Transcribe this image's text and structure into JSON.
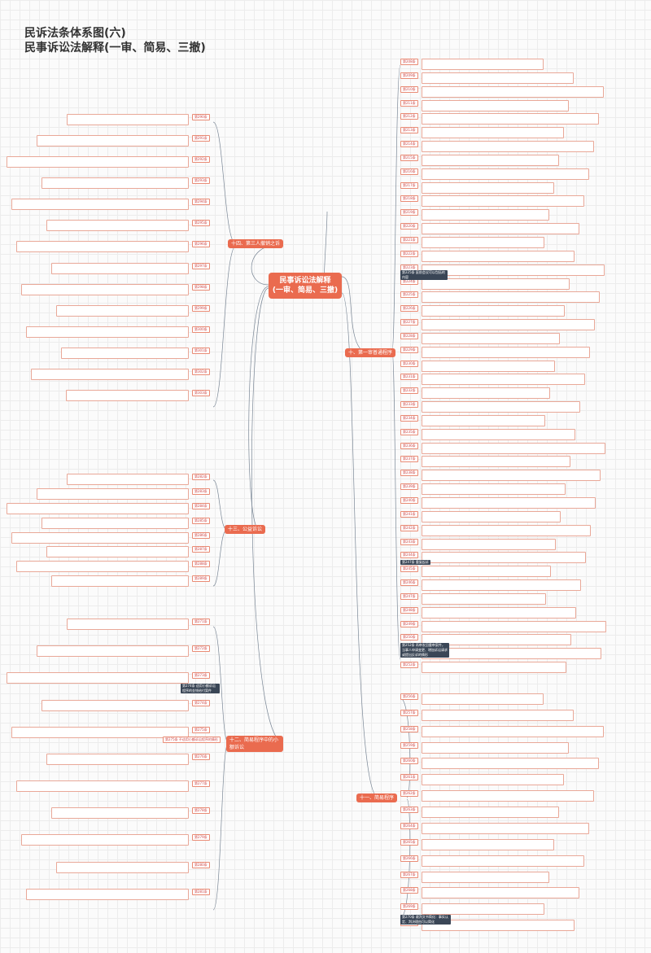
{
  "title_line1": "民诉法条体系图(六)",
  "title_line2": "民事诉讼法解释(一审、简易、三撤)",
  "root": "民事诉讼法解释\n(一审、简易、三撤)",
  "sections": {
    "s10": "十、第一审普通程序",
    "s11": "十一、简易程序",
    "s12": "十二、简易程序中的小额诉讼",
    "s13": "十三、公益诉讼",
    "s14": "十四、第三人撤销之诉"
  },
  "right_top_articles": [
    "第208条",
    "第209条",
    "第210条",
    "第211条",
    "第212条",
    "第213条",
    "第214条",
    "第215条",
    "第216条",
    "第217条",
    "第218条",
    "第219条",
    "第220条",
    "第221条",
    "第222条",
    "第223条",
    "第224条",
    "第225条",
    "第226条",
    "第227条",
    "第228条",
    "第229条",
    "第230条",
    "第231条",
    "第232条",
    "第233条",
    "第234条",
    "第235条",
    "第236条",
    "第237条",
    "第238条",
    "第239条",
    "第240条",
    "第241条",
    "第242条",
    "第243条",
    "第244条",
    "第245条",
    "第246条",
    "第247条",
    "第248条",
    "第249条",
    "第250条",
    "第251条",
    "第252条"
  ],
  "right_bottom_articles": [
    "第256条",
    "第257条",
    "第258条",
    "第259条",
    "第260条",
    "第261条",
    "第262条",
    "第263条",
    "第264条",
    "第265条",
    "第266条",
    "第267条",
    "第268条",
    "第269条",
    "第270条"
  ],
  "left_articles_s14": [
    "第290条",
    "第291条",
    "第292条",
    "第293条",
    "第294条",
    "第295条",
    "第296条",
    "第297条",
    "第298条",
    "第299条",
    "第300条",
    "第301条",
    "第302条",
    "第303条"
  ],
  "left_articles_s13": [
    "第282条",
    "第283条",
    "第284条",
    "第285条",
    "第286条",
    "第287条",
    "第288条",
    "第289条"
  ],
  "left_articles_s12": [
    "第271条",
    "第272条",
    "第273条",
    "第274条",
    "第275条",
    "第276条",
    "第277条",
    "第278条",
    "第279条",
    "第280条",
    "第281条"
  ],
  "labels": {
    "a225": "第225条 庭前会议可以包括的内容",
    "a274": "第274条 适用小额诉讼程序的金钱给付案件",
    "a247": "第247条 重复起诉",
    "a252": "第252条 再审发回重审案件，当事人申请变更、增加诉讼请求或提出反诉的情形",
    "a270": "第270条 裁判文书简化：事实认定、判决理由可以简化",
    "a275": "第275条 不适用小额诉讼程序的情形"
  }
}
